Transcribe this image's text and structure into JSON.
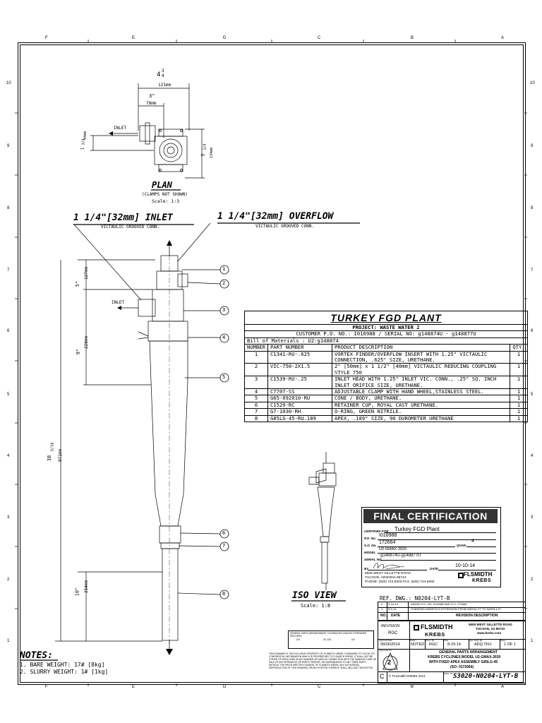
{
  "zones": {
    "columns": [
      "F",
      "E",
      "D",
      "C",
      "B",
      "A"
    ],
    "rows": [
      "10",
      "9",
      "8",
      "7",
      "6",
      "5",
      "4",
      "3",
      "2",
      "1"
    ]
  },
  "plan": {
    "dim_total_in": "4",
    "dim_total_frac_num": "3",
    "dim_total_frac_den": "4",
    "dim_total_mm": "121mm",
    "dim_inlet_in": "3\"",
    "dim_inlet_mm": "78mm",
    "dim_left_in": "1",
    "dim_left_frac": "3/4",
    "dim_left_mm": "44mm",
    "dim_right_in": "5",
    "dim_right_frac": "1/4",
    "dim_right_mm": "134mm",
    "inlet_label": "INLET",
    "title": "PLAN",
    "note": "(CLAMPS NOT SHOWN)",
    "scale": "Scale:  1:3"
  },
  "callouts": {
    "inlet_title": "1 1/4\"[32mm] INLET",
    "inlet_sub": "VICTAULIC GROOVED CONN.",
    "overflow_title": "1 1/4\"[32mm] OVERFLOW",
    "overflow_sub": "VICTAULIC GROOVED CONN.",
    "inlet_label": "INLET",
    "balloons": [
      "1",
      "2",
      "3",
      "4",
      "5",
      "6",
      "7",
      "8"
    ]
  },
  "elevation": {
    "dim_a_in": "5\"",
    "dim_a_mm": "127mm",
    "dim_b_in": "9\"",
    "dim_b_mm": "228mm",
    "dim_c_in": "38",
    "dim_c_frac": "3/16",
    "dim_c_mm": "971mm",
    "dim_d_in": "10\"",
    "dim_d_mm": "254mm"
  },
  "bom": {
    "title": "TURKEY FGD PLANT",
    "project": "PROJECT: WASTE WATER 2",
    "customer_line": "CUSTOMER P.O. NO.: I016988 / SERIAL NO:  g148874U - g148877U",
    "bill_line": "Bill of Materials : U2-g148874",
    "headers": [
      "NUMBER",
      "PART NUMBER",
      "PRODUCT DESCRIPTION",
      "QTY."
    ],
    "rows": [
      {
        "num": "1",
        "part": "C1341-RU-.625",
        "desc": "VORTEX FINDER/OVERFLOW INSERT WITH 1.25\" VICTAULIC CONNECTION, .625\" SIZE, URETHANE.",
        "qty": "1"
      },
      {
        "num": "2",
        "part": "VIC-750-2X1.5",
        "desc": "2\" [50mm] x 1 1/2\" [40mm] VICTAULIC REDUCING COUPLING STYLE 750",
        "qty": "1"
      },
      {
        "num": "3",
        "part": "C1539-RU-.25",
        "desc": "INLET HEAD WITH 1.25\" INLET VIC. CONN., .25\" SQ. INCH INLET ORIFICE SIZE, URETHANE.",
        "qty": "1"
      },
      {
        "num": "4",
        "part": "C7707-SS",
        "desc": "ADJUSTABLE CLAMP WITH HAND WHEEL,STAINLESS STEEL.",
        "qty": "1"
      },
      {
        "num": "5",
        "part": "G65-092010-RU",
        "desc": "CONE / BODY, URETHANE.",
        "qty": "1"
      },
      {
        "num": "6",
        "part": "C1529-RC",
        "desc": "RETAINER CUP, ROYAL CAST URETHANE.",
        "qty": "1"
      },
      {
        "num": "7",
        "part": "G7-1030-RH",
        "desc": "O-RING, GREEN NITRILE.",
        "qty": "1"
      },
      {
        "num": "8",
        "part": "G85LG-45-RU.189",
        "desc": "APEX, .189\" SIZE, 90 DUROMETER URETHANE",
        "qty": "1"
      }
    ]
  },
  "certification": {
    "heading": "FINAL CERTIFICATION",
    "certified_for_label": "CERTIFIED FOR",
    "certified_for": "Turkey FGD Plant",
    "po_label": "P.O. No.",
    "po": "I016988",
    "so_label": "S.O. No.",
    "so": "172664",
    "quan_label": "QUAN",
    "quan": "4",
    "model_label": "MODEL",
    "model": "U2-GMAX-3020",
    "serial_label": "SERIAL NO.",
    "serial": "g148874U-g148877U",
    "by_label": "BY",
    "date_label": "DATE",
    "date": "10-10-14",
    "address1": "5505 WEST GILLETTE ROAD",
    "address2": "TUCSON, ARIZONA 85743",
    "phone": "PHONE: (520) 744-8200  FAX: (520) 744-8300",
    "logo": "FLSMIDTH",
    "logo_sub": "KREBS"
  },
  "iso": {
    "title": "ISO VIEW",
    "scale": "Scale:  1:8"
  },
  "notes": {
    "title": "NOTES:",
    "items": [
      "1. BARE WEIGHT: 17# [8kg]",
      "2. SLURRY WEIGHT: 1# [1kg]"
    ]
  },
  "title_block": {
    "ref_dwg": "REF. DWG.: N0204-LYT-B",
    "rev_rows": [
      {
        "rev": "2",
        "date": "9-24-14",
        "desc": "ADDED P.O. NO. I016988 AND S.O. 172664."
      },
      {
        "rev": "1",
        "date": "9-5-14",
        "desc": "CHANGED MANIFOLD EXTENSION FROM N0204-LYT TO N0204-LYT."
      }
    ],
    "no_label": "NO.",
    "date_label": "DATE",
    "revdesc_label": "REVISION DESCRIPTION",
    "revision_label": "REVISION",
    "rev_by": "RGC",
    "company_addr1": "5505 WEST GILLETTE ROAD",
    "company_addr2": "TUCSON, AZ 85743",
    "company_web": "www.krebs.com",
    "logo": "FLSMIDTH",
    "logo_sub": "KREBS",
    "cells": [
      {
        "label": "Approval Date",
        "value": "09/26/2014"
      },
      {
        "label": "Scale",
        "value": "NOTED"
      },
      {
        "label": "Drwn. By",
        "value": "RGC"
      },
      {
        "label": "Date",
        "value": "8-29-14"
      },
      {
        "label": "App. Engr. By",
        "value": "ADQ TFH"
      },
      {
        "label": "Sheet",
        "value": "1 OF 1"
      }
    ],
    "desc1": "GENERAL PARTS ARRANGEMENT",
    "desc2": "KREBS CYCLONES MODEL U2-GMAX-3020",
    "desc3": "WITH FIXED APEX ASSEMBLY G85LG-45",
    "desc4": "(SO: 0172664)",
    "approved_for": "Approved For",
    "rev_number": "2",
    "copyright": "© FLSmidth KREBS 2014",
    "dwg_label": "DWG. No.",
    "dwg_number": "S3020-N0204-LYT-B",
    "c_label": "C",
    "tolerance_title": "GENERAL PARTS ARRANGEMENT TOLERANCES UNLESS OTHERWISE SPECIFIED",
    "tolerance_values": [
      ".XX*",
      ".XX 1/32",
      ".X/0"
    ],
    "legal_text": "THIS DRAWING IS THE EXCLUSIVE PROPERTY OF FLSMIDTH KREBS. FURNISHED TO YOU BY ITS CONFIDENTIAL INFORMATION WHICH IS PROPRIETARY TO FLSMIDTH KREBS. IT SHALL NOT BE COPIED OR DISCLOSED IN ANY MANNER OR USED IN CONNECTION WITH THE MANUFACTURE OR SALE OF ANY APPARATUS OR PARTS THEREOF, OR DISSEMINATED TO ANY THIRD PARTY WITHOUT THE PRIOR WRITTEN CONSENT OF FLSMIDTH KREBS. ANY AUTHORIZED REPRODUCTION OF THIS DRAWING OR ANY PORTION THEREOF, SHALL INCLUDE THIS NOTICE."
  }
}
